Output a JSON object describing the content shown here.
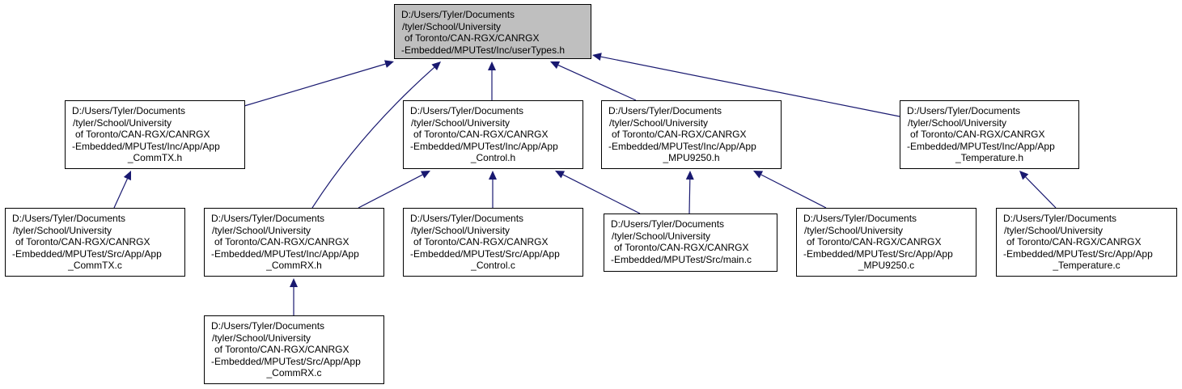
{
  "colors": {
    "edge": "#191970",
    "root_fill": "#bfbfbf",
    "node_fill": "#ffffff",
    "border": "#000000"
  },
  "nodes": {
    "root": {
      "lines": [
        "D:/Users/Tyler/Documents",
        "/tyler/School/University",
        " of Toronto/CAN-RGX/CANRGX",
        "-Embedded/MPUTest/Inc/userTypes.h"
      ]
    },
    "comm_tx_h": {
      "lines": [
        "D:/Users/Tyler/Documents",
        "/tyler/School/University",
        " of Toronto/CAN-RGX/CANRGX",
        "-Embedded/MPUTest/Inc/App/App",
        "_CommTX.h"
      ]
    },
    "control_h": {
      "lines": [
        "D:/Users/Tyler/Documents",
        "/tyler/School/University",
        " of Toronto/CAN-RGX/CANRGX",
        "-Embedded/MPUTest/Inc/App/App",
        "_Control.h"
      ]
    },
    "mpu9250_h": {
      "lines": [
        "D:/Users/Tyler/Documents",
        "/tyler/School/University",
        " of Toronto/CAN-RGX/CANRGX",
        "-Embedded/MPUTest/Inc/App/App",
        "_MPU9250.h"
      ]
    },
    "temperature_h": {
      "lines": [
        "D:/Users/Tyler/Documents",
        "/tyler/School/University",
        " of Toronto/CAN-RGX/CANRGX",
        "-Embedded/MPUTest/Inc/App/App",
        "_Temperature.h"
      ]
    },
    "comm_tx_c": {
      "lines": [
        "D:/Users/Tyler/Documents",
        "/tyler/School/University",
        " of Toronto/CAN-RGX/CANRGX",
        "-Embedded/MPUTest/Src/App/App",
        "_CommTX.c"
      ]
    },
    "comm_rx_h": {
      "lines": [
        "D:/Users/Tyler/Documents",
        "/tyler/School/University",
        " of Toronto/CAN-RGX/CANRGX",
        "-Embedded/MPUTest/Inc/App/App",
        "_CommRX.h"
      ]
    },
    "control_c": {
      "lines": [
        "D:/Users/Tyler/Documents",
        "/tyler/School/University",
        " of Toronto/CAN-RGX/CANRGX",
        "-Embedded/MPUTest/Src/App/App",
        "_Control.c"
      ]
    },
    "main_c": {
      "lines": [
        "D:/Users/Tyler/Documents",
        "/tyler/School/University",
        " of Toronto/CAN-RGX/CANRGX",
        "-Embedded/MPUTest/Src/main.c"
      ]
    },
    "mpu9250_c": {
      "lines": [
        "D:/Users/Tyler/Documents",
        "/tyler/School/University",
        " of Toronto/CAN-RGX/CANRGX",
        "-Embedded/MPUTest/Src/App/App",
        "_MPU9250.c"
      ]
    },
    "temperature_c": {
      "lines": [
        "D:/Users/Tyler/Documents",
        "/tyler/School/University",
        " of Toronto/CAN-RGX/CANRGX",
        "-Embedded/MPUTest/Src/App/App",
        "_Temperature.c"
      ]
    },
    "comm_rx_c": {
      "lines": [
        "D:/Users/Tyler/Documents",
        "/tyler/School/University",
        " of Toronto/CAN-RGX/CANRGX",
        "-Embedded/MPUTest/Src/App/App",
        "_CommRX.c"
      ]
    }
  },
  "edges": [
    {
      "from": "comm_tx_h",
      "to": "root"
    },
    {
      "from": "comm_rx_h",
      "to": "root"
    },
    {
      "from": "control_h",
      "to": "root"
    },
    {
      "from": "mpu9250_h",
      "to": "root"
    },
    {
      "from": "temperature_h",
      "to": "root"
    },
    {
      "from": "comm_tx_c",
      "to": "comm_tx_h"
    },
    {
      "from": "comm_rx_h",
      "to": "control_h"
    },
    {
      "from": "control_c",
      "to": "control_h"
    },
    {
      "from": "main_c",
      "to": "control_h"
    },
    {
      "from": "main_c",
      "to": "mpu9250_h"
    },
    {
      "from": "mpu9250_c",
      "to": "mpu9250_h"
    },
    {
      "from": "temperature_c",
      "to": "temperature_h"
    },
    {
      "from": "comm_rx_c",
      "to": "comm_rx_h"
    }
  ]
}
